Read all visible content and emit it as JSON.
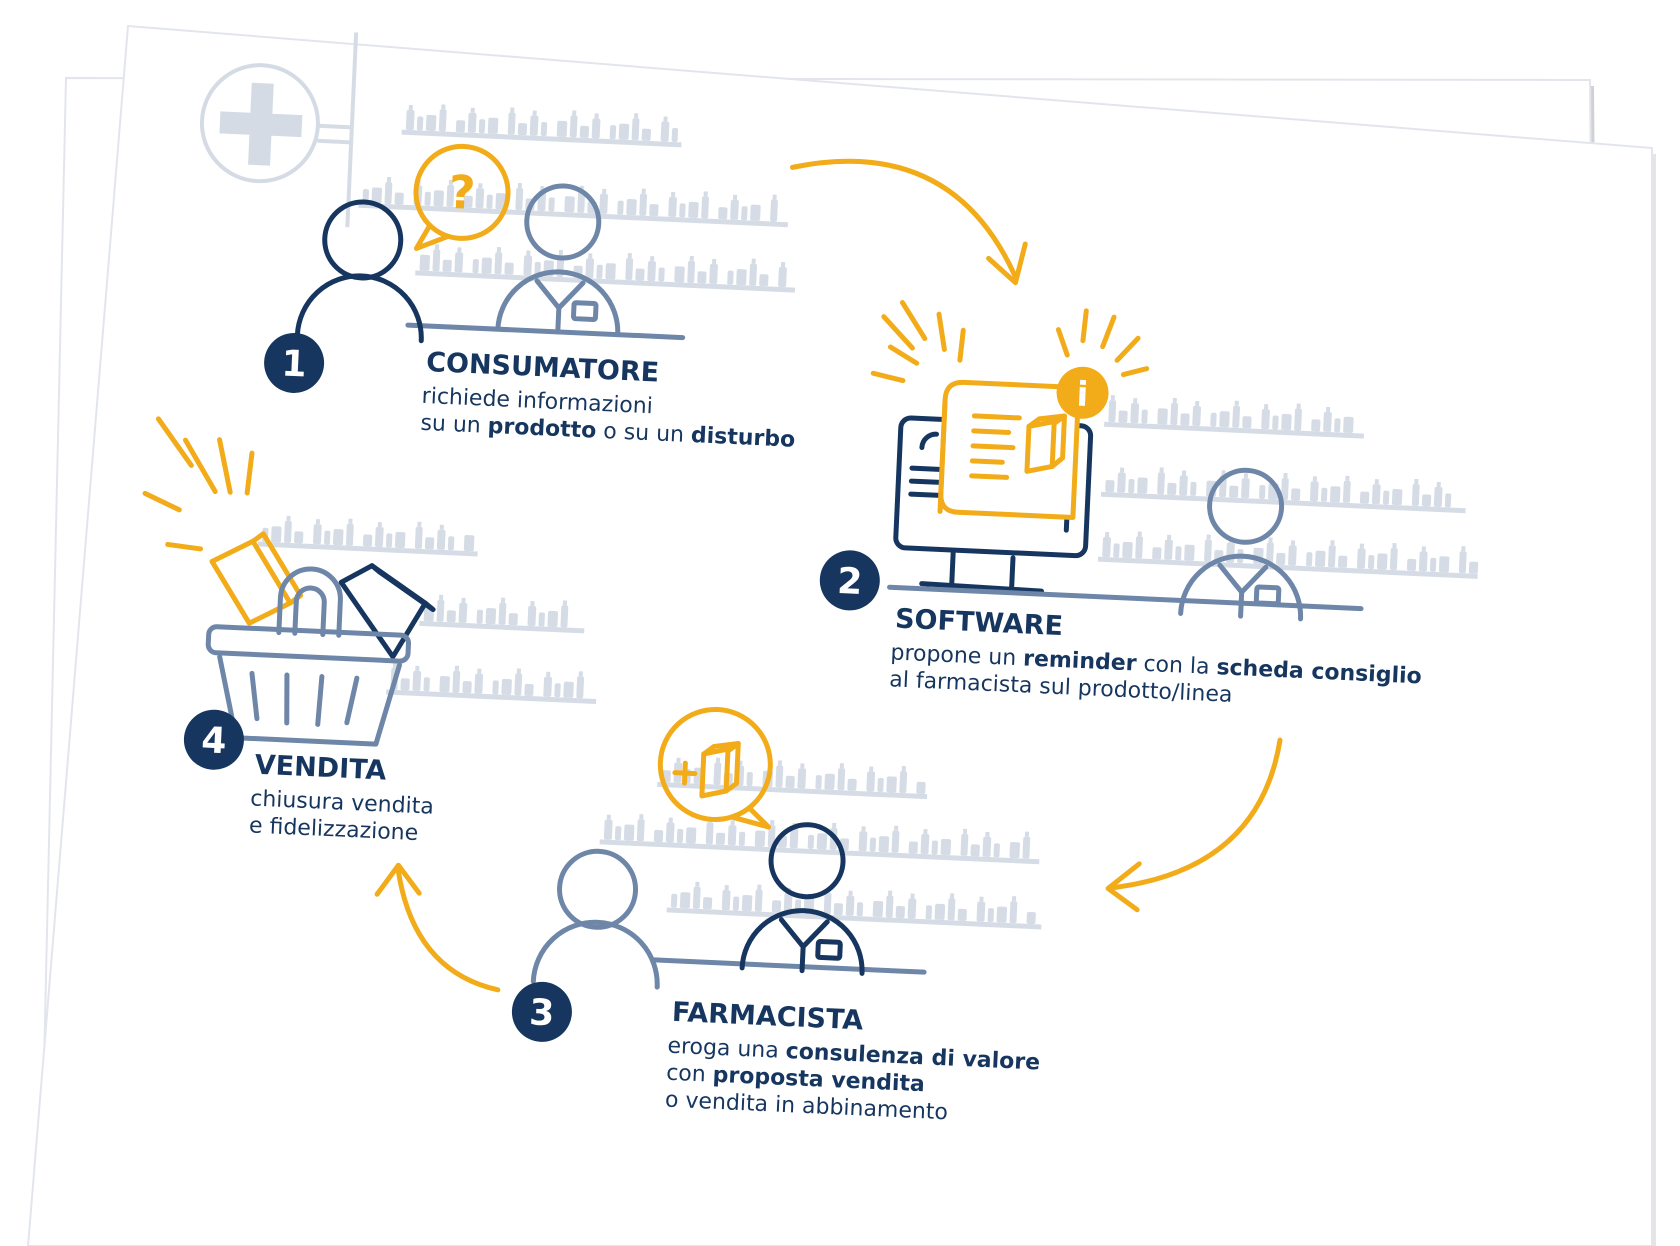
{
  "colors": {
    "navy": "#16365f",
    "steel": "#6e86a8",
    "orange": "#f2ac1a",
    "shelf": "#d6dce6",
    "plus": "#d4dbe5"
  },
  "icons": [
    "pharmacy-cross-icon",
    "question-bubble-icon",
    "info-badge-icon",
    "computer-monitor-icon",
    "product-box-icon",
    "shopping-basket-icon",
    "cycle-arrow-icon"
  ],
  "steps": [
    {
      "number": "1",
      "title": "CONSUMATORE",
      "lines": [
        [
          {
            "text": "richiede informazioni",
            "bold": false
          }
        ],
        [
          {
            "text": "su un ",
            "bold": false
          },
          {
            "text": "prodotto",
            "bold": true
          },
          {
            "text": " o su un ",
            "bold": false
          },
          {
            "text": "disturbo",
            "bold": true
          }
        ]
      ]
    },
    {
      "number": "2",
      "title": "SOFTWARE",
      "lines": [
        [
          {
            "text": "propone un ",
            "bold": false
          },
          {
            "text": "reminder",
            "bold": true
          },
          {
            "text": " con la ",
            "bold": false
          },
          {
            "text": "scheda consiglio",
            "bold": true
          }
        ],
        [
          {
            "text": "al farmacista sul prodotto/linea",
            "bold": false
          }
        ]
      ]
    },
    {
      "number": "3",
      "title": "FARMACISTA",
      "lines": [
        [
          {
            "text": "eroga una ",
            "bold": false
          },
          {
            "text": "consulenza di valore",
            "bold": true
          }
        ],
        [
          {
            "text": "con ",
            "bold": false
          },
          {
            "text": "proposta vendita",
            "bold": true
          }
        ],
        [
          {
            "text": "o vendita in abbinamento",
            "bold": false
          }
        ]
      ]
    },
    {
      "number": "4",
      "title": "VENDITA",
      "lines": [
        [
          {
            "text": "chiusura vendita",
            "bold": false
          }
        ],
        [
          {
            "text": "e fidelizzazione",
            "bold": false
          }
        ]
      ]
    }
  ],
  "bubbles": {
    "question": "?",
    "info": "i",
    "plus": "+"
  }
}
